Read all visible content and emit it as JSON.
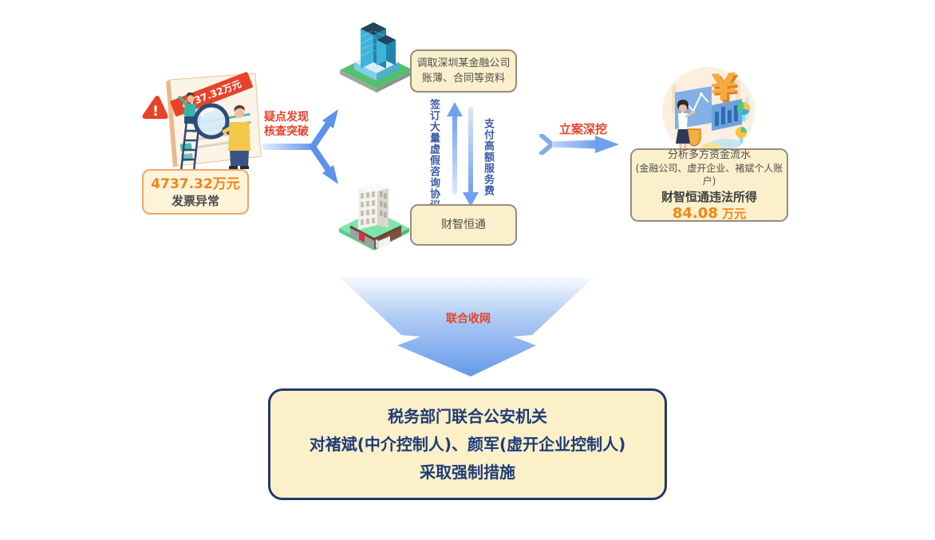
{
  "diagram": {
    "invoice": {
      "banner": "4737.32万元",
      "warning": "!",
      "amount": "4737.32万元",
      "status": "发票异常"
    },
    "step1": {
      "line1": "疑点发现",
      "line2": "核查突破"
    },
    "finance_box": {
      "line1": "调取深圳某金融公司",
      "line2": "账薄、合同等资料"
    },
    "flows": {
      "sign": "签订大量虚假咨询协议",
      "pay": "支付高额服务费"
    },
    "company_box": {
      "name": "财智恒通"
    },
    "step2": {
      "label": "立案深挖"
    },
    "analysis_box": {
      "line1": "分析多方资金流水",
      "line2": "(金融公司、虚开企业、褚斌个人账户)",
      "line3": "财智恒通违法所得",
      "amount": "84.08",
      "unit": " 万元",
      "yuan_icon": "¥"
    },
    "step3": {
      "label": "联合收网"
    },
    "result_box": {
      "line1": "税务部门联合公安机关",
      "line2": "对褚斌(中介控制人)、颜军(虚开企业控制人)",
      "line3": "采取强制措施"
    }
  },
  "colors": {
    "accent_red": "#e8432a",
    "accent_orange": "#f08519",
    "arrow_blue": "#6d9eea",
    "note_fill": "#fbf0cb",
    "note_border": "#968d7c",
    "amount_border": "#f0a665",
    "result_border": "#22396b",
    "result_text": "#1f3c78",
    "flow_text": "#3c5ca8"
  }
}
